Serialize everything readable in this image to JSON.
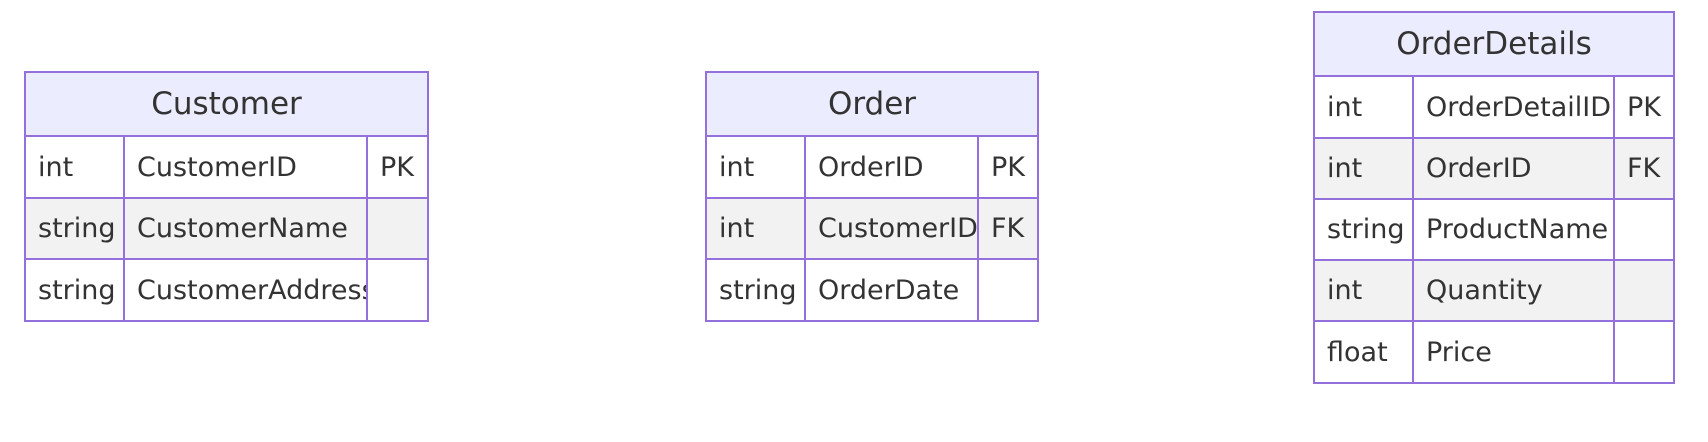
{
  "colors": {
    "border": "#9370DB",
    "header_bg": "#ECECFF",
    "row_alt_bg": "#f2f2f2",
    "text": "#333333"
  },
  "entities": [
    {
      "name": "Customer",
      "attributes": [
        {
          "type": "int",
          "name": "CustomerID",
          "key": "PK"
        },
        {
          "type": "string",
          "name": "CustomerName",
          "key": ""
        },
        {
          "type": "string",
          "name": "CustomerAddress",
          "key": ""
        }
      ]
    },
    {
      "name": "Order",
      "attributes": [
        {
          "type": "int",
          "name": "OrderID",
          "key": "PK"
        },
        {
          "type": "int",
          "name": "CustomerID",
          "key": "FK"
        },
        {
          "type": "string",
          "name": "OrderDate",
          "key": ""
        }
      ]
    },
    {
      "name": "OrderDetails",
      "attributes": [
        {
          "type": "int",
          "name": "OrderDetailID",
          "key": "PK"
        },
        {
          "type": "int",
          "name": "OrderID",
          "key": "FK"
        },
        {
          "type": "string",
          "name": "ProductName",
          "key": ""
        },
        {
          "type": "int",
          "name": "Quantity",
          "key": ""
        },
        {
          "type": "float",
          "name": "Price",
          "key": ""
        }
      ]
    }
  ]
}
